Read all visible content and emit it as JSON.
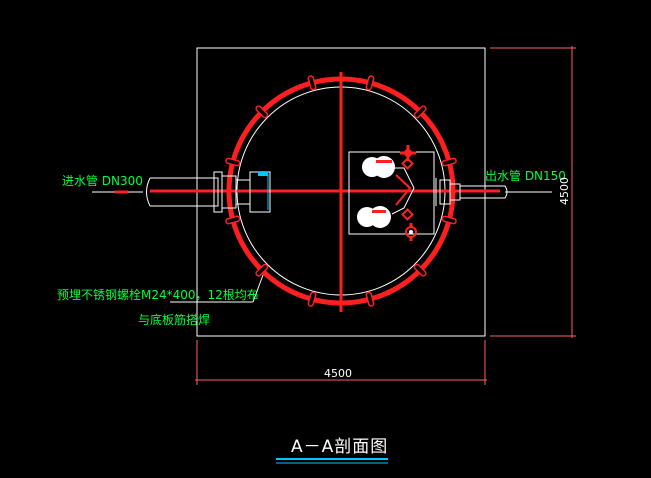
{
  "drawing": {
    "inlet_label": "进水管 DN300",
    "outlet_label": "出水管 DN150",
    "anchor_note_line1": "预埋不锈钢螺栓M24*400，12根均布",
    "anchor_note_line2": "与底板筋搭焊",
    "dim_width": "4500",
    "dim_height": "4500",
    "section_title": "A－A剖面图"
  },
  "colors": {
    "background": "#000000",
    "outline": "#ffffff",
    "pipe": "#ff2020",
    "text_green": "#00ff3c",
    "dimension": "#ff6060",
    "underline": "#00c8ff"
  }
}
